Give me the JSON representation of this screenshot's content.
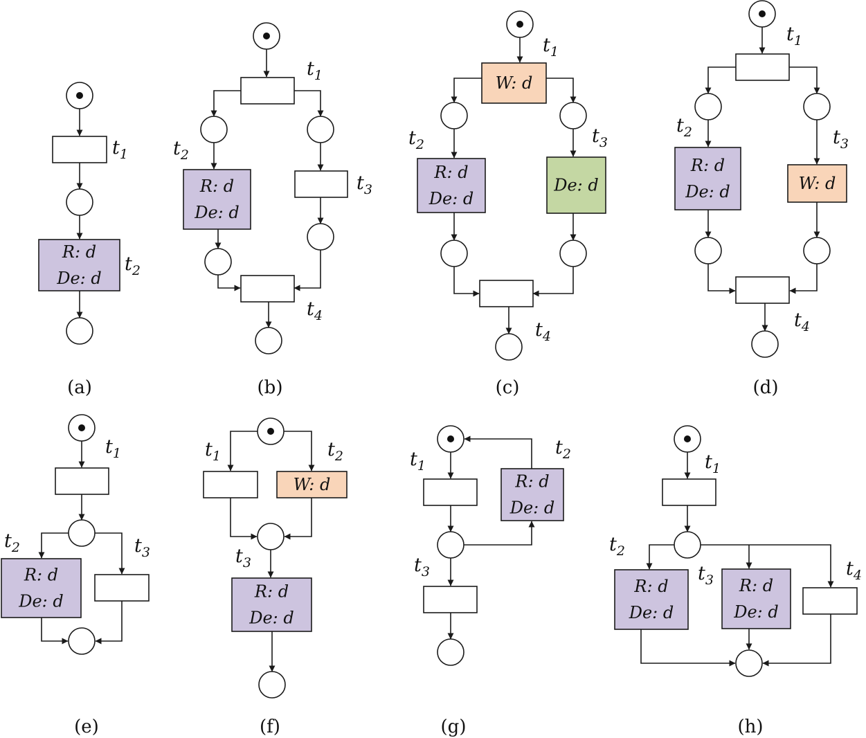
{
  "colors": {
    "rw": "#cdc4df",
    "write": "#f9d5b9",
    "delete": "#c4d7a3",
    "plain": "#ffffff",
    "stroke": "#1a1a1a"
  },
  "panels": [
    {
      "caption": "(a)",
      "transitions": [
        {
          "label": "t1",
          "lines": []
        },
        {
          "label": "t2",
          "lines": [
            "R: d",
            "De: d"
          ]
        }
      ]
    },
    {
      "caption": "(b)",
      "transitions": [
        {
          "label": "t1",
          "lines": []
        },
        {
          "label": "t2",
          "lines": [
            "R: d",
            "De: d"
          ]
        },
        {
          "label": "t3",
          "lines": []
        },
        {
          "label": "t4",
          "lines": []
        }
      ]
    },
    {
      "caption": "(c)",
      "transitions": [
        {
          "label": "t1",
          "lines": [
            "W: d"
          ]
        },
        {
          "label": "t2",
          "lines": [
            "R: d",
            "De: d"
          ]
        },
        {
          "label": "t3",
          "lines": [
            "De: d"
          ]
        },
        {
          "label": "t4",
          "lines": []
        }
      ]
    },
    {
      "caption": "(d)",
      "transitions": [
        {
          "label": "t1",
          "lines": []
        },
        {
          "label": "t2",
          "lines": [
            "R: d",
            "De: d"
          ]
        },
        {
          "label": "t3",
          "lines": [
            "W: d"
          ]
        },
        {
          "label": "t4",
          "lines": []
        }
      ]
    },
    {
      "caption": "(e)",
      "transitions": [
        {
          "label": "t1",
          "lines": []
        },
        {
          "label": "t2",
          "lines": [
            "R: d",
            "De: d"
          ]
        },
        {
          "label": "t3",
          "lines": []
        }
      ]
    },
    {
      "caption": "(f)",
      "transitions": [
        {
          "label": "t1",
          "lines": []
        },
        {
          "label": "t2",
          "lines": [
            "W: d"
          ]
        },
        {
          "label": "t3",
          "lines": [
            "R: d",
            "De: d"
          ]
        }
      ]
    },
    {
      "caption": "(g)",
      "transitions": [
        {
          "label": "t1",
          "lines": []
        },
        {
          "label": "t2",
          "lines": [
            "R: d",
            "De: d"
          ]
        },
        {
          "label": "t3",
          "lines": []
        }
      ]
    },
    {
      "caption": "(h)",
      "transitions": [
        {
          "label": "t1",
          "lines": []
        },
        {
          "label": "t2",
          "lines": [
            "R: d",
            "De: d"
          ]
        },
        {
          "label": "t3",
          "lines": [
            "R: d",
            "De: d"
          ]
        },
        {
          "label": "t4",
          "lines": []
        }
      ]
    }
  ]
}
